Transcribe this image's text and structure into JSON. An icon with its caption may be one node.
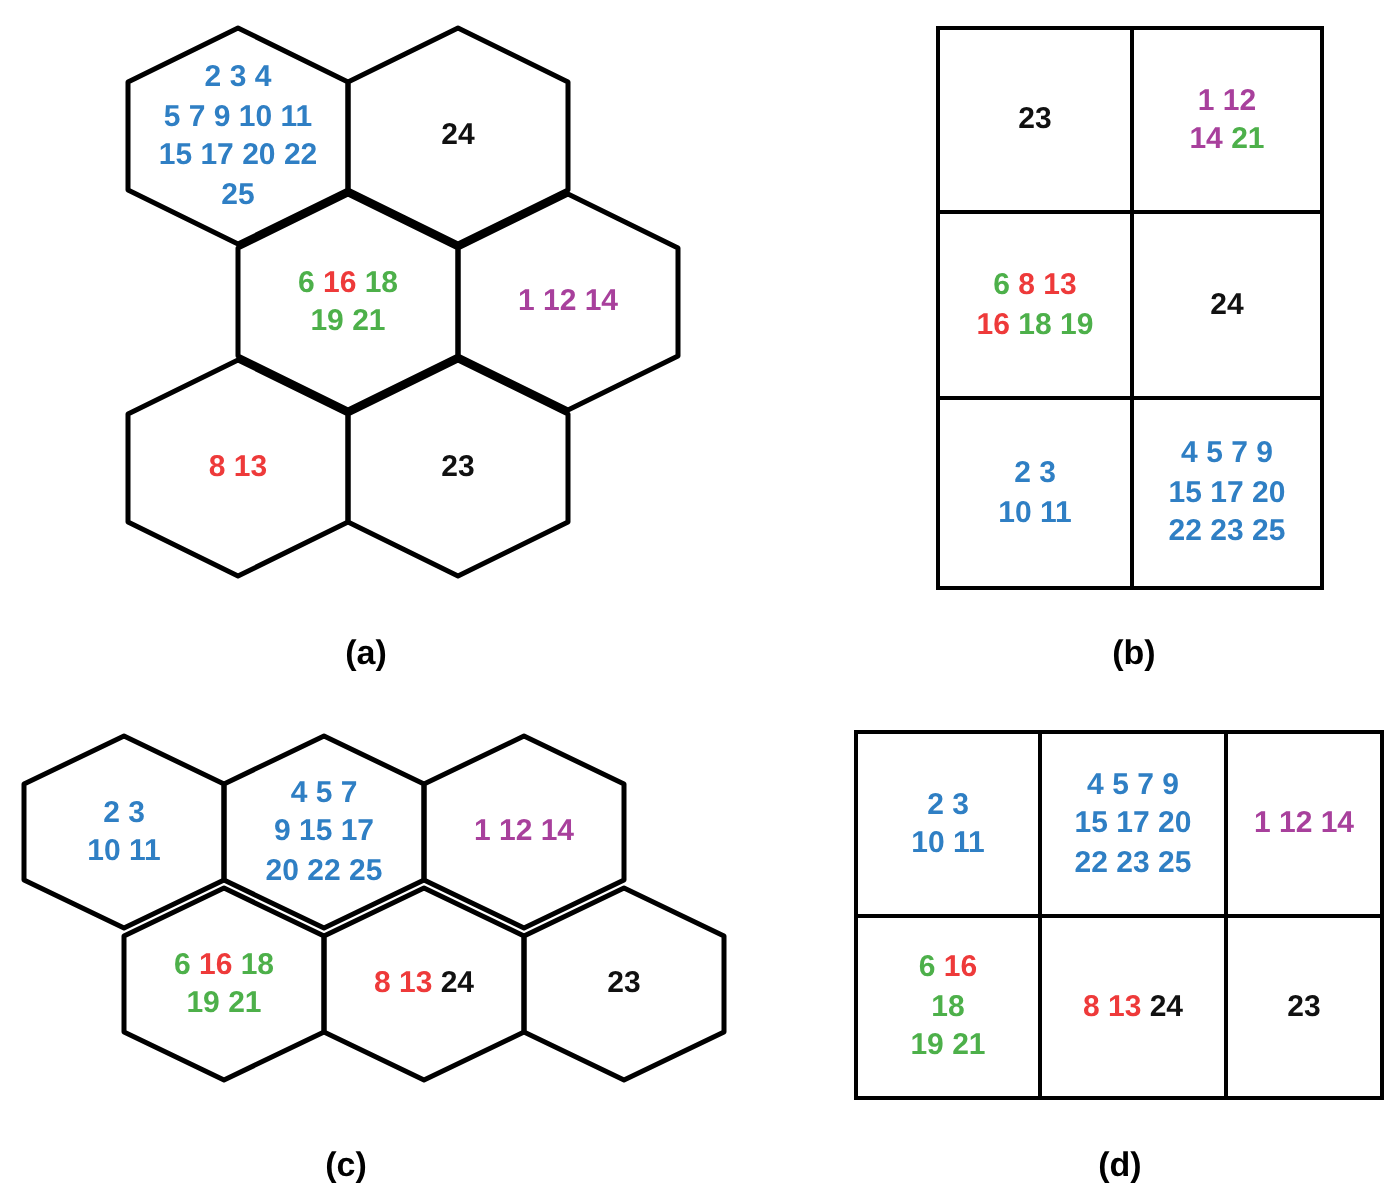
{
  "diagram": {
    "nodes": [
      {
        "text": [
          "2 3 4 5 7 9 10 11 15 17 20 22 25"
        ]
      },
      {
        "text": [
          "24"
        ]
      },
      {
        "text": [
          "6 16 18 19 21"
        ]
      },
      {
        "text": [
          "1 12 14"
        ]
      },
      {
        "text": [
          "8 13"
        ]
      },
      {
        "text": [
          "23"
        ]
      },
      {
        "text": [
          "23"
        ]
      },
      {
        "text": [
          "1 12 14 21"
        ]
      },
      {
        "text": [
          "6 8 13 16 18 19"
        ]
      },
      {
        "text": [
          "24"
        ]
      },
      {
        "text": [
          "2 3 10 11"
        ]
      },
      {
        "text": [
          "4 5 7 9 15 17 20 22 23 25"
        ]
      },
      {
        "text": [
          "2 3 10 11"
        ]
      },
      {
        "text": [
          "4 5 7 9 15 17 20 22 25"
        ]
      },
      {
        "text": [
          "1 12 14"
        ]
      },
      {
        "text": [
          "6 16 18 19 21"
        ]
      },
      {
        "text": [
          "8 13 24"
        ]
      },
      {
        "text": [
          "23"
        ]
      },
      {
        "text": [
          "2 3 10 11"
        ]
      },
      {
        "text": [
          "4 5 7 9 15 17 20 22 23 25"
        ]
      },
      {
        "text": [
          "1 12 14"
        ]
      },
      {
        "text": [
          "6 16 18 19 21"
        ]
      },
      {
        "text": [
          "8 13 24"
        ]
      },
      {
        "text": [
          "23"
        ]
      }
    ],
    "labels": [
      "(a)",
      "(b)",
      "(c)",
      "(d)"
    ]
  }
}
